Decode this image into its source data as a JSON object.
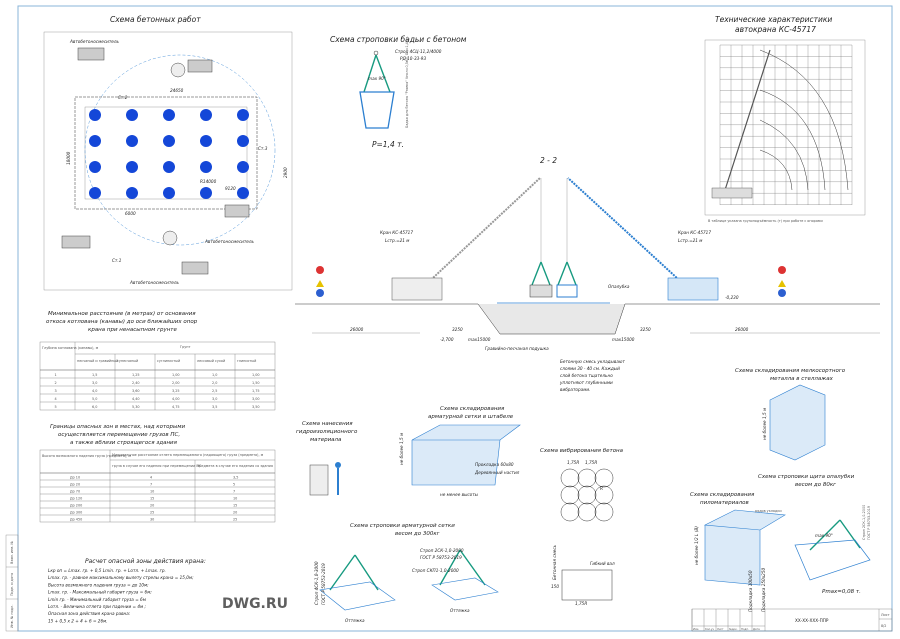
{
  "concrete_plan": {
    "title": "Схема бетонных работ",
    "mixer_top": "Автобетоносмеситель",
    "mixer_mid": "Автобетоносмеситель",
    "mixer_bottom": "Автобетоносмеситель",
    "dim_6000": "6000",
    "dim_18000": "18000",
    "dim_24650": "24650",
    "dim_9120": "9120",
    "dim_2900": "2900",
    "radius": "R14000",
    "st1": "Ст.1",
    "st2": "Ст.2",
    "st3": "Ст.3"
  },
  "bucket_sling": {
    "title": "Схема строповки бадьи с бетоном",
    "sling": "Строп 4СЦ-11,2/4000",
    "doc": "РД 10-33-93",
    "angle": "max 90°",
    "load": "P=1,4 т.",
    "bucket": "Бадья для бетона \"Рюмка\" Vпол=0,5м3, Gп=1,48 т."
  },
  "crane_specs": {
    "title_1": "Технические характеристики",
    "title_2": "автокрана КС-45717",
    "note": "В таблице указана грузоподъёмность (т) при работе с опорами"
  },
  "section": {
    "title": "2 - 2",
    "crane_left": "Кран КС-45717",
    "boom_left": "Lстр.=21 м",
    "crane_right": "Кран КС-45717",
    "boom_right": "Lстр.=21 м",
    "formwork": "Опалубка",
    "level_right": "-0,230",
    "level_left": "-2,700",
    "dim_26000_left": "26000",
    "dim_26000_right": "26000",
    "dim_3250_left": "3250",
    "dim_3250_right": "3250",
    "dim_max_left": "max15000",
    "dim_max_right": "max15000",
    "cushion": "Гравийно-песчаная подушка",
    "note_1": "Бетонную смесь укладывают",
    "note_2": "слоями 30 - 40 см. Каждый",
    "note_3": "слой бетона тщательно",
    "note_4": "уплотняют глубинными",
    "note_5": "вибраторами."
  },
  "min_distance": {
    "title_1": "Минимальное расстояние (в метрах) от основания",
    "title_2": "откоса котлована (канавы) до оси ближайших опор",
    "title_3": "крана при ненасыпном грунте",
    "header_depth": "Глубина котлована (канавы), м",
    "header_soil": "Грунт",
    "columns": [
      "песчаный и гравийный",
      "супесчаный",
      "суглинистый",
      "лессовый сухой",
      "глинистый"
    ],
    "rows": [
      [
        "1",
        "1,5",
        "1,25",
        "1,00",
        "1,0",
        "1,00"
      ],
      [
        "2",
        "3,0",
        "2,40",
        "2,00",
        "2,0",
        "1,50"
      ],
      [
        "3",
        "4,0",
        "3,60",
        "3,25",
        "2,5",
        "1,75"
      ],
      [
        "4",
        "5,0",
        "4,40",
        "4,00",
        "3,0",
        "3,00"
      ],
      [
        "5",
        "6,0",
        "5,30",
        "4,75",
        "3,5",
        "3,50"
      ]
    ]
  },
  "danger_zones": {
    "title_1": "Границы опасных зон в местах, над которыми",
    "title_2": "осуществляется перемещение грузов ПС,",
    "title_3": "а также вблизи строящегося здания",
    "header_height": "Высота возможного падения груза (предмета), м",
    "header_min": "Минимальное расстояние отлета перемещаемого (падающего) груза (предмета), м",
    "col_a": "груза в случае его падения при перемещении ПС",
    "col_b": "предмета в случае его падения со здания",
    "rows": [
      [
        "До 10",
        "4",
        "3,5"
      ],
      [
        "До 20",
        "7",
        "5"
      ],
      [
        "До 70",
        "10",
        "7"
      ],
      [
        "До 120",
        "15",
        "10"
      ],
      [
        "До 200",
        "20",
        "15"
      ],
      [
        "До 300",
        "25",
        "20"
      ],
      [
        "До 450",
        "30",
        "25"
      ]
    ]
  },
  "calc": {
    "title": "Расчет опасной зоны действия крана:",
    "lines": [
      "Lкр оп = Lmax. гр. + 0,5 Lmin. гр. + Lотл. +  Lmax. гр.",
      "Lmax. гр. - равное максимальному вылету стрелы крана = 15,0м;",
      "Высота возможного падения груза = до 10м;",
      "Lmax. гр. - Максимальный габарит груза = 6м;",
      "Lmin гр. - Минимальный габарит груза = 6м",
      "Lотл. - Величина отлета при падении = 4м ;",
      "Опасная зона действия крана равна:",
      "15 + 0,5 x 2 + 4 + 6 = 26м."
    ]
  },
  "waterproof": {
    "title_1": "Схема нанесения",
    "title_2": "гидроизоляционного",
    "title_3": "материала"
  },
  "mesh_stack": {
    "title_1": "Схема складирования",
    "title_2": "арматурной сетки в штабеле",
    "pad": "Прокладка 60х80",
    "deck": "Деревянный настил",
    "height": "не более 1,5 м",
    "gap": "не менее высоты"
  },
  "vibration": {
    "title": "Схема вибрирования бетона",
    "r1": "1,75R",
    "r2": "1,75R",
    "r3": "1,75R",
    "shaft": "Гибкий вал",
    "layer": "Бетонная смесь",
    "dim_150": "150",
    "dim_r": "R"
  },
  "mesh_sling": {
    "title_1": "Схема строповки арматурной сетки",
    "title_2": "весом до 300кг",
    "sling_a": "Строп 2СК-1,0-2000",
    "gost_a": "ГОСТ Р 58753-2019",
    "sling_b": "Строп СКП1-1,0-2000",
    "sling_c": "Строп 4СК-1,0-3000",
    "gost_c": "ГОСТ Р 58753-2019",
    "guy_a": "Оттяжка",
    "guy_b": "Оттяжка"
  },
  "metal_rack": {
    "title_1": "Схема складирования мелкосортного",
    "title_2": "металла в стеллажах",
    "height": "не более 1,5 м"
  },
  "lumber": {
    "title_1": "Схема складирования",
    "title_2": "пиломатериалов",
    "height": "не более 1/2 L (B)",
    "pad_a": "Подкладка 100х50",
    "pad_b": "Подкладка 250х250",
    "row": "рядов укладки"
  },
  "formwork_sling": {
    "title_1": "Схема строповки щита опалубки",
    "title_2": "весом до 80кг",
    "angle": "max 90°",
    "load": "Pmax=0,08 т.",
    "sling": "Строп 2СК-1,0-2000",
    "gost": "ГОСТ Р 58753-2019"
  },
  "title_block": {
    "code": "ХХ-ХХ-ХХХ-ППР",
    "sheet_label": "Лист",
    "sheet_no": "8/2",
    "cols": [
      "Изм.",
      "Кол.уч",
      "Лист",
      "№док.",
      "Подп.",
      "Дата"
    ]
  },
  "side_stamp": [
    "Инв. № подл.",
    "Подп. и дата",
    "Взам. инв. №"
  ],
  "watermark": "DWG.RU",
  "colors": {
    "accent": "#2c7fd0",
    "sling": "#179a80",
    "frame": "#8ab4d8"
  }
}
